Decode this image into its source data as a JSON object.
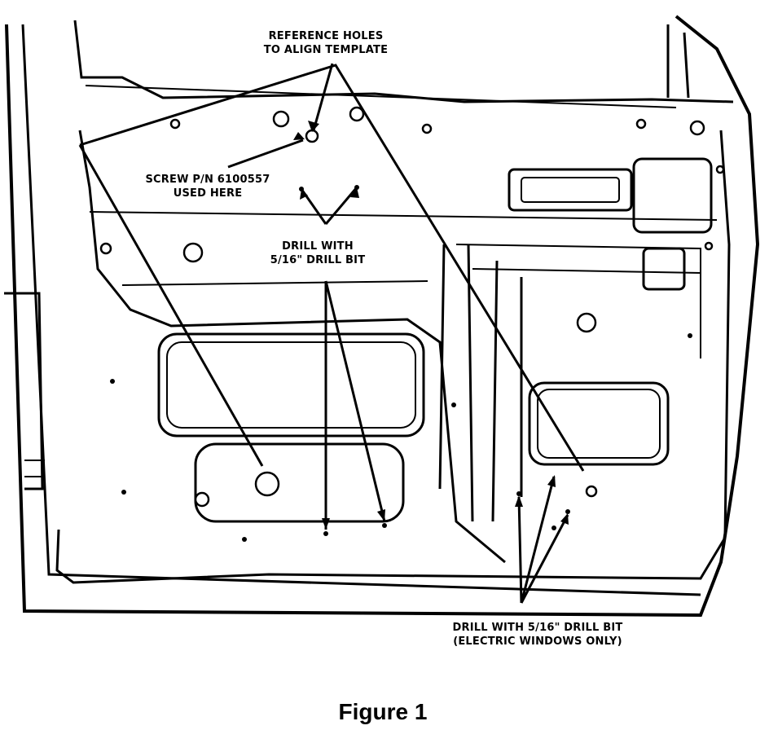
{
  "labels": {
    "reference_holes": [
      "REFERENCE HOLES",
      "TO ALIGN TEMPLATE"
    ],
    "screw": [
      "SCREW P/N 6100557",
      "USED HERE"
    ],
    "drill_upper": [
      "DRILL WITH",
      "5/16\" DRILL BIT"
    ],
    "drill_lower": [
      "DRILL WITH 5/16\" DRILL BIT",
      "(ELECTRIC WINDOWS ONLY)"
    ]
  },
  "caption": "Figure 1"
}
